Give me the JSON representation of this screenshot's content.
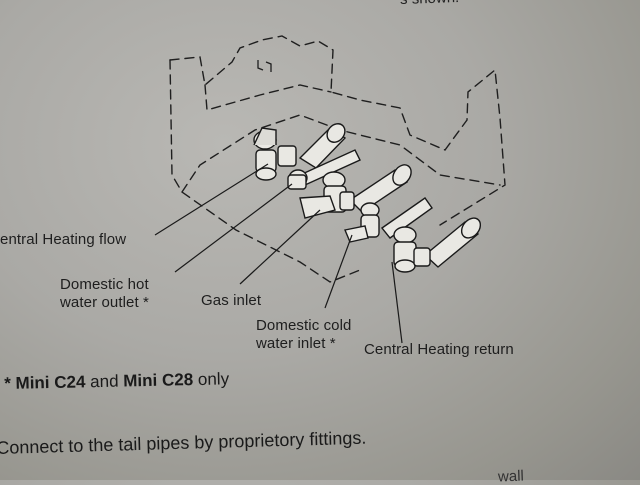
{
  "top_fragment": "s shown.",
  "labels": {
    "ch_flow": "entral Heating flow",
    "dhw_outlet_line1": "Domestic hot",
    "dhw_outlet_line2": "water outlet *",
    "gas_inlet": "Gas inlet",
    "dcw_inlet_line1": "Domestic cold",
    "dcw_inlet_line2": "water inlet *",
    "ch_return": "Central Heating return"
  },
  "footnote": {
    "star": "*",
    "model1": "Mini C24",
    "and": "and",
    "model2": "Mini C28",
    "only": "only"
  },
  "body_text": "Connect to the tail pipes by proprietory fittings.",
  "bottom_fragment": "wall"
}
